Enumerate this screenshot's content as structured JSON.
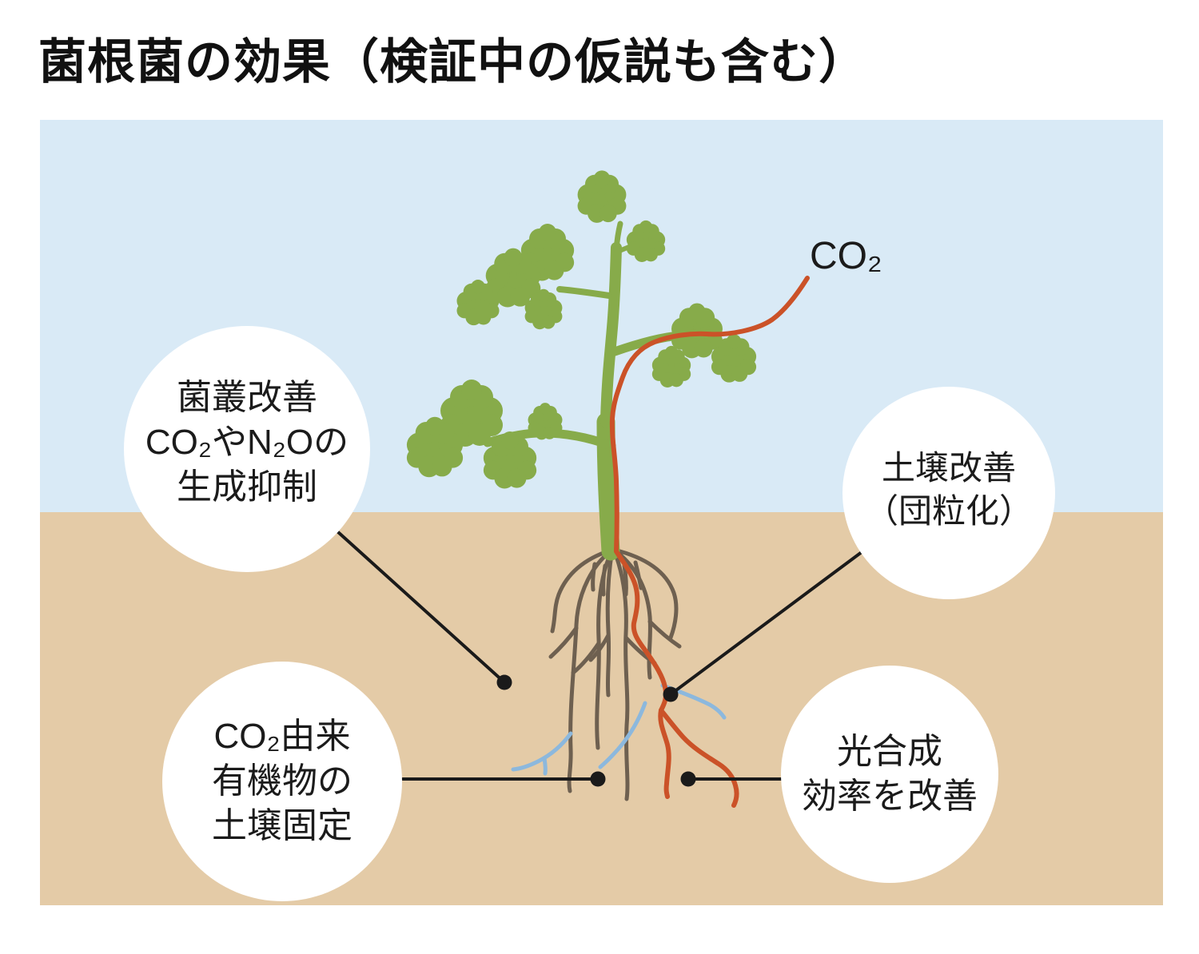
{
  "title": "菌根菌の効果（検証中の仮説も含む）",
  "diagram": {
    "co2_label": "CO₂",
    "bubbles": [
      {
        "id": "microbiome",
        "lines": [
          "菌叢改善",
          "CO₂やN₂Oの",
          "生成抑制"
        ]
      },
      {
        "id": "soil-improvement",
        "lines": [
          "土壌改善",
          "（団粒化）"
        ]
      },
      {
        "id": "carbon-fixation",
        "lines": [
          "CO₂由来",
          "有機物の",
          "土壌固定"
        ]
      },
      {
        "id": "photosynthesis",
        "lines": [
          "光合成",
          "効率を改善"
        ]
      }
    ],
    "colors": {
      "sky": "#d9eaf6",
      "soil": "#e4cba7",
      "plant_green": "#87ab4a",
      "root_brown": "#6e6050",
      "hyphae_blue": "#8cb8dd",
      "co2_red": "#cb5228",
      "line_black": "#1a1a1a",
      "bubble_white": "#ffffff"
    }
  }
}
